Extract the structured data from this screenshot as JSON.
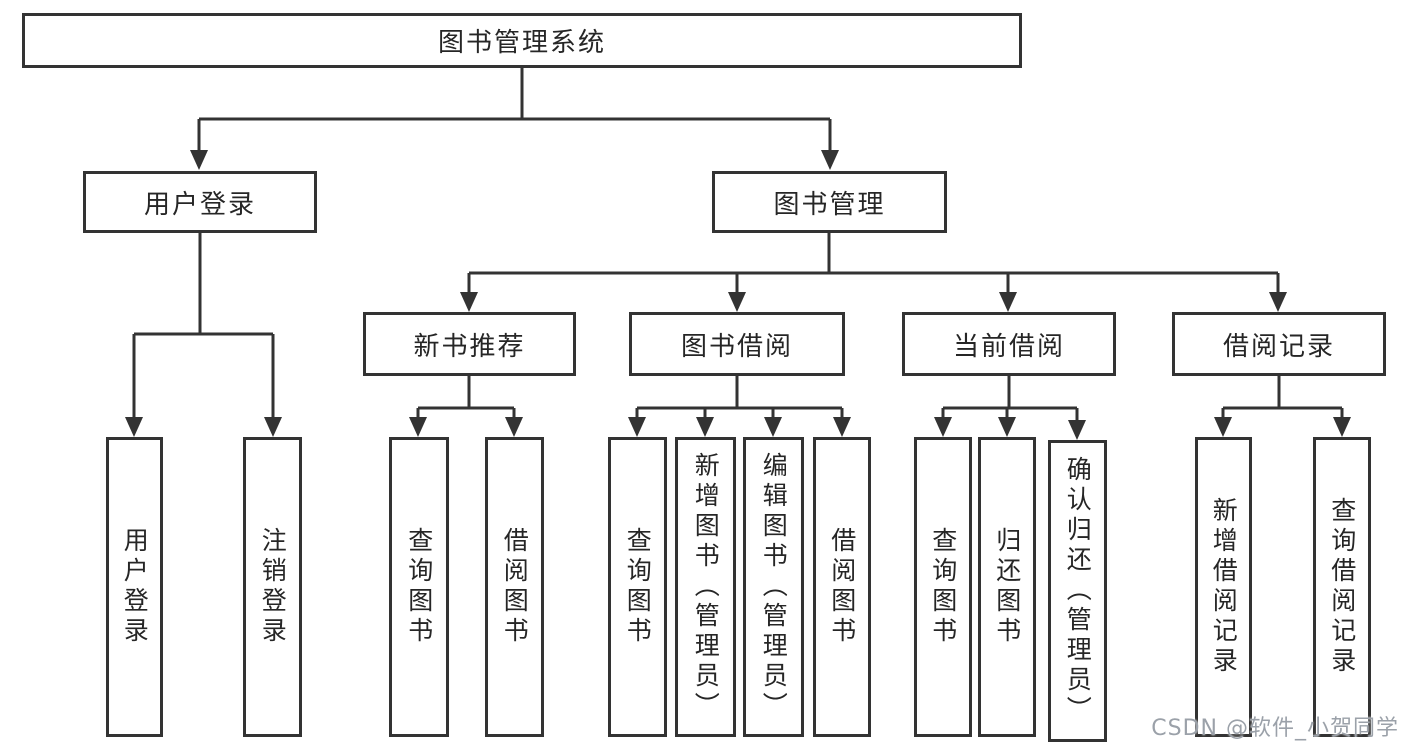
{
  "tree": {
    "root": {
      "label": "图书管理系统"
    },
    "branches": [
      {
        "label": "用户登录",
        "children": [
          {
            "label": "用户登录"
          },
          {
            "label": "注销登录"
          }
        ]
      },
      {
        "label": "图书管理",
        "children": [
          {
            "label": "新书推荐",
            "children": [
              {
                "label": "查询图书"
              },
              {
                "label": "借阅图书"
              }
            ]
          },
          {
            "label": "图书借阅",
            "children": [
              {
                "label": "查询图书"
              },
              {
                "label": "新增图书（管理员）"
              },
              {
                "label": "编辑图书（管理员）"
              },
              {
                "label": "借阅图书"
              }
            ]
          },
          {
            "label": "当前借阅",
            "children": [
              {
                "label": "查询图书"
              },
              {
                "label": "归还图书"
              },
              {
                "label": "确认归还（管理员）"
              }
            ]
          },
          {
            "label": "借阅记录",
            "children": [
              {
                "label": "新增借阅记录"
              },
              {
                "label": "查询借阅记录"
              }
            ]
          }
        ]
      }
    ]
  },
  "watermark": {
    "text": "CSDN @软件_小贺同学"
  },
  "colors": {
    "line": "#333333",
    "box_border": "#333333",
    "text": "#262626",
    "watermark": "#9ba1a9",
    "background": "#ffffff"
  }
}
